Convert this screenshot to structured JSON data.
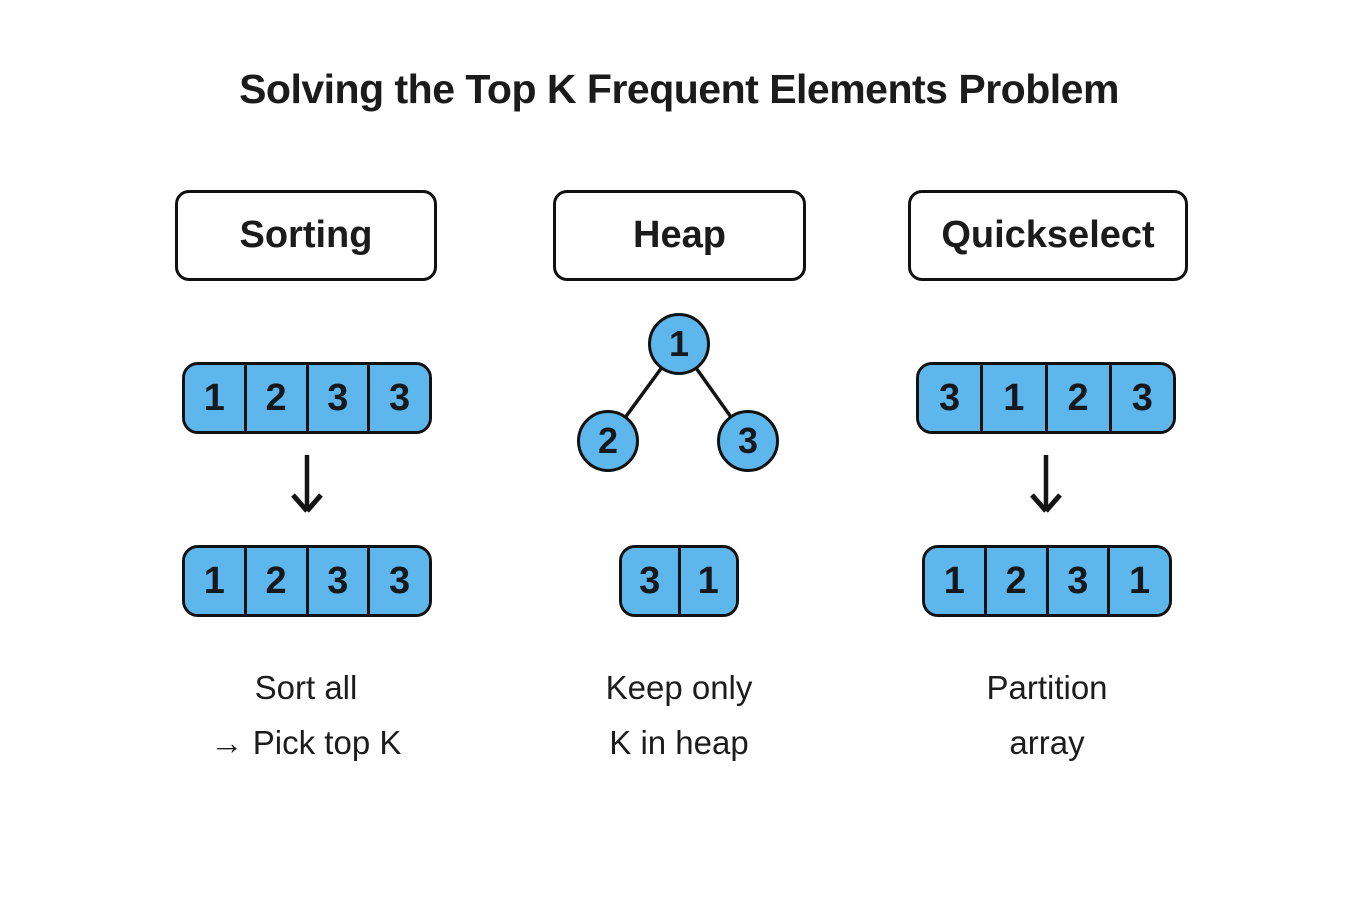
{
  "title": "Solving the Top K Frequent Elements Problem",
  "colors": {
    "cell_fill": "#5EB7EC",
    "outline": "#111111",
    "text": "#1B1B1B"
  },
  "columns": [
    {
      "header": "Sorting",
      "top_array": [
        "1",
        "2",
        "3",
        "3"
      ],
      "arrow_icon": "down-arrow",
      "bottom_array": [
        "1",
        "2",
        "3",
        "3"
      ],
      "caption_line1": "Sort all",
      "caption_line2": "→ Pick top K"
    },
    {
      "header": "Heap",
      "tree": {
        "root": "1",
        "left_child": "2",
        "right_child": "3"
      },
      "bottom_array": [
        "3",
        "1"
      ],
      "caption_line1": "Keep only",
      "caption_line2": "K in heap"
    },
    {
      "header": "Quickselect",
      "top_array": [
        "3",
        "1",
        "2",
        "3"
      ],
      "arrow_icon": "down-arrow",
      "bottom_array": [
        "1",
        "2",
        "3",
        "1"
      ],
      "caption_line1": "Partition",
      "caption_line2": "array"
    }
  ]
}
